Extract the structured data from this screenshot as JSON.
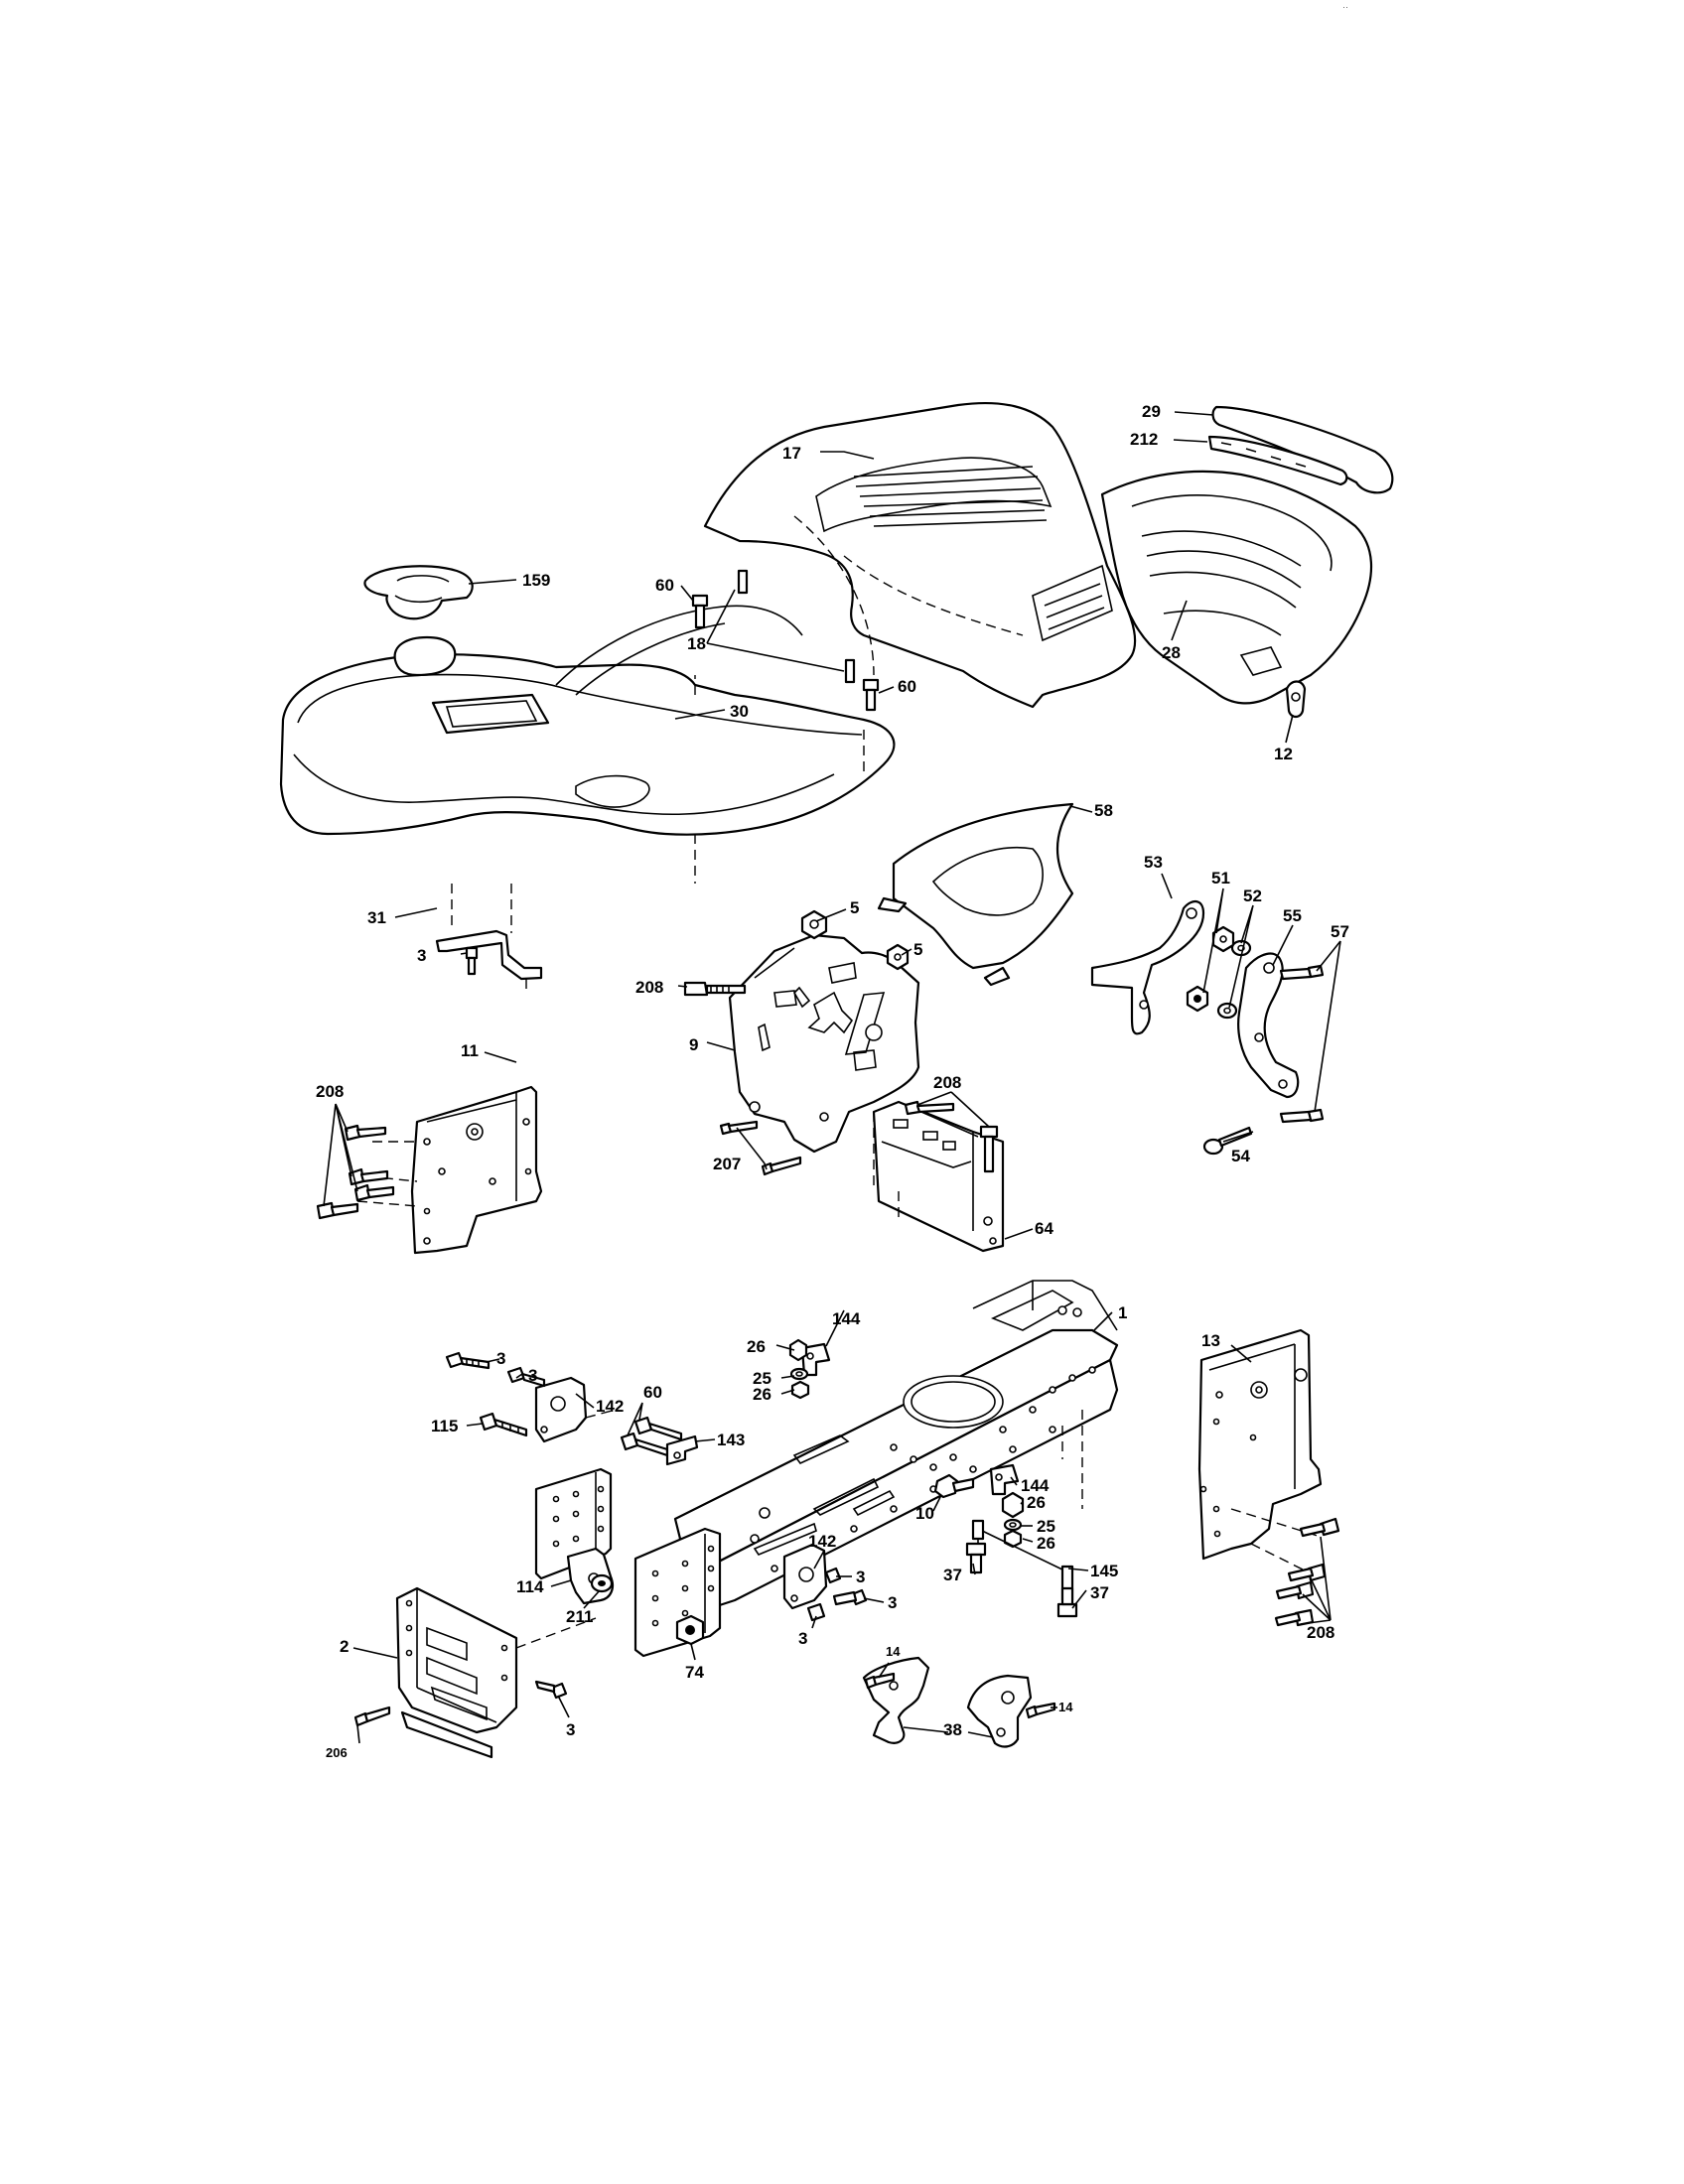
{
  "corner_mark": "··",
  "callouts": {
    "c1": "1",
    "c2": "2",
    "c3a": "3",
    "c3b": "3",
    "c3c": "3",
    "c3d": "3",
    "c3e": "3",
    "c3f": "3",
    "c3g": "3",
    "c5a": "5",
    "c5b": "5",
    "c9": "9",
    "c10": "10",
    "c11": "11",
    "c12": "12",
    "c13": "13",
    "c14a": "14",
    "c14b": "14",
    "c17": "17",
    "c18": "18",
    "c25a": "25",
    "c25b": "25",
    "c26a": "26",
    "c26b": "26",
    "c26c": "26",
    "c26d": "26",
    "c28": "28",
    "c29": "29",
    "c30": "30",
    "c31": "31",
    "c37a": "37",
    "c37b": "37",
    "c38": "38",
    "c51": "51",
    "c52": "52",
    "c53": "53",
    "c54": "54",
    "c55": "55",
    "c57": "57",
    "c58": "58",
    "c60a": "60",
    "c60b": "60",
    "c60c": "60",
    "c64": "64",
    "c74": "74",
    "c114": "114",
    "c115": "115",
    "c142a": "142",
    "c142b": "142",
    "c143": "143",
    "c144a": "144",
    "c144b": "144",
    "c145": "145",
    "c159": "159",
    "c206": "206",
    "c207": "207",
    "c208a": "208",
    "c208b": "208",
    "c208c": "208",
    "c208d": "208",
    "c211": "211",
    "c212": "212"
  }
}
